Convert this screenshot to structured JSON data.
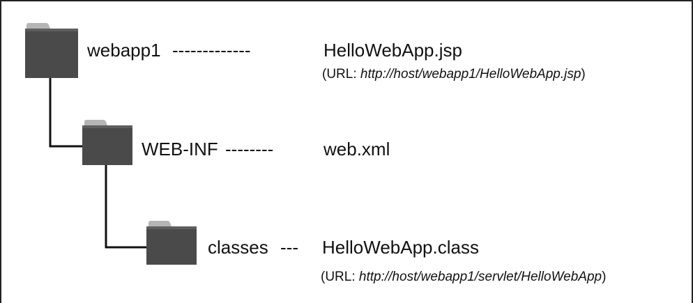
{
  "tree": {
    "root": {
      "name": "webapp1",
      "dashes": "-------------",
      "file": "HelloWebApp.jsp",
      "url_prefix": "(URL: ",
      "url_path": "http://host/webapp1/HelloWebApp.jsp",
      "url_suffix": ")"
    },
    "webinf": {
      "name": "WEB-INF",
      "dashes": "--------",
      "file": "web.xml"
    },
    "classes": {
      "name": "classes",
      "dashes": "---",
      "file": "HelloWebApp.class",
      "url_prefix": "(URL: ",
      "url_path": "http://host/webapp1/servlet/HelloWebApp",
      "url_suffix": ")"
    }
  },
  "colors": {
    "folder_body": "#4a4a4a",
    "folder_tab": "#b5b5b5",
    "line": "#111111"
  }
}
